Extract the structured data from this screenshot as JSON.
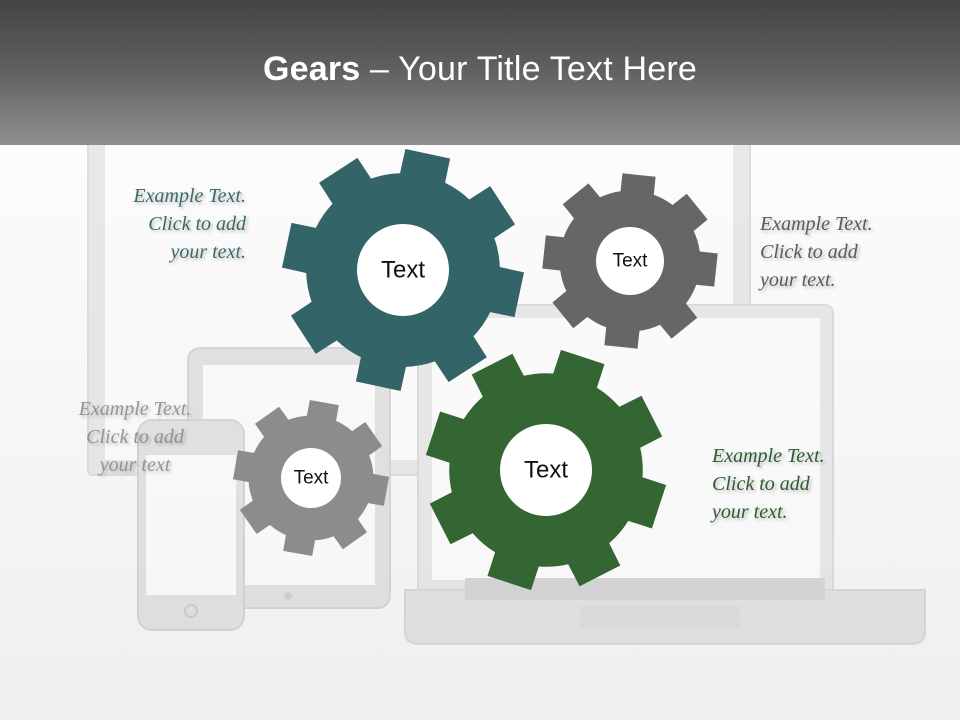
{
  "title": {
    "bold": "Gears",
    "rest": " – Your Title Text Here"
  },
  "gears": [
    {
      "id": "teal",
      "label": "Text",
      "color": "#336468"
    },
    {
      "id": "dark-gray",
      "label": "Text",
      "color": "#666666"
    },
    {
      "id": "light-gray",
      "label": "Text",
      "color": "#8c8c8c"
    },
    {
      "id": "green",
      "label": "Text",
      "color": "#346633"
    }
  ],
  "captions": {
    "top_left": [
      "Example Text.",
      "Click  to add",
      "your text."
    ],
    "top_right": [
      "Example Text.",
      "Click  to add",
      "your text."
    ],
    "middle_left": [
      "Example Text.",
      "Click  to add",
      "your text"
    ],
    "bottom_right": [
      "Example Text.",
      "Click  to add",
      "your text."
    ]
  },
  "colors": {
    "title_bar_top": "#444444",
    "title_bar_bottom": "#8e8e8e",
    "caption_teal": "#3c6a6a",
    "caption_gray": "#5a5a5a",
    "caption_green": "#2f5c2f"
  }
}
